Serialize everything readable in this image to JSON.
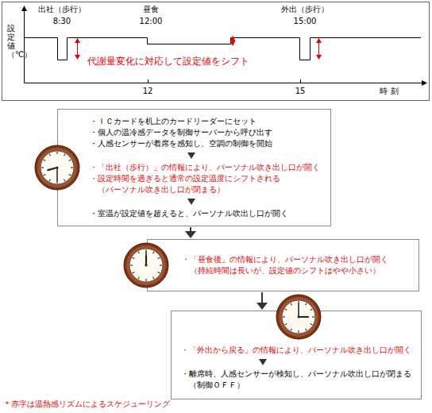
{
  "diagram": {
    "nodes": [
      {
        "text": [
          "・ＩＣカードを机上のカードリーダーにセット",
          "・個人の温冷感データを制御サーバーから呼び出す",
          "・人感センサーが着席を感知し、空調の制御を開始",
          "・「出社（歩行）」の情報により、パーソナル吹き出し口が開く",
          "・設定時間を過ぎると通常の設定温度にシフトされる （パーソナル吹き出し口が閉まる）",
          "・室温が設定値を超えると、パーソナル吹出し口が開く"
        ]
      },
      {
        "text": [
          "・「昼食後」の情報により、パーソナル吹き出し口が開く （持続時間は長いが、設定値のシフトはやや小さい）"
        ]
      },
      {
        "text": [
          "・「外出から戻る」の情報により、パーソナル吹き出し口が開く",
          "・離席時、人感センサーが検知し、パーソナル吹出し口が閉まる （制御ＯＦＦ）"
        ]
      }
    ],
    "edges": [
      {
        "from": 0,
        "to": 1,
        "arrow": "to"
      },
      {
        "from": 1,
        "to": 2,
        "arrow": "to"
      }
    ],
    "labels": [
      "出社（歩行）",
      "8:30",
      "昼食",
      "12:00",
      "外出（歩行）",
      "15:00",
      "設定値（℃）",
      "代謝量変化に対応して設定値をシフト",
      "12",
      "15",
      "時 刻",
      "＊赤字は温熱感リズムによるスケジューリング"
    ]
  }
}
